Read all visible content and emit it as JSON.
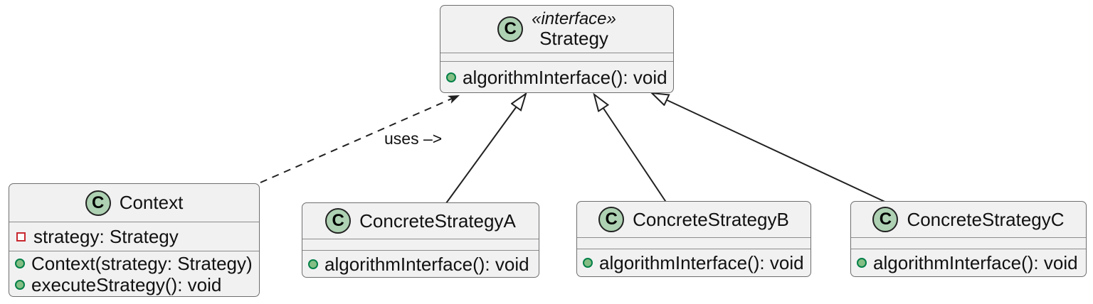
{
  "diagram": {
    "type": "uml-class-diagram",
    "pattern": "Strategy",
    "colors": {
      "background": "#ffffff",
      "box_fill": "#f1f1f2",
      "box_border": "#6e6e6e",
      "separator": "#8c8c8c",
      "line": "#212121",
      "class_icon_fill": "#ADD1B2",
      "class_icon_border": "#222222",
      "method_bullet_fill": "#84BE84",
      "method_bullet_border": "#038048",
      "field_bullet_border": "#C82930"
    },
    "classes": [
      {
        "id": "Strategy",
        "icon_letter": "C",
        "stereotype": "«interface»",
        "name": "Strategy",
        "fields": [],
        "methods": [
          {
            "visibility": "public",
            "text": "algorithmInterface(): void"
          }
        ]
      },
      {
        "id": "Context",
        "icon_letter": "C",
        "name": "Context",
        "fields": [
          {
            "visibility": "private",
            "text": "strategy: Strategy"
          }
        ],
        "methods": [
          {
            "visibility": "public",
            "text": "Context(strategy: Strategy)"
          },
          {
            "visibility": "public",
            "text": "executeStrategy(): void"
          }
        ]
      },
      {
        "id": "ConcreteStrategyA",
        "icon_letter": "C",
        "name": "ConcreteStrategyA",
        "fields": [],
        "methods": [
          {
            "visibility": "public",
            "text": "algorithmInterface(): void"
          }
        ]
      },
      {
        "id": "ConcreteStrategyB",
        "icon_letter": "C",
        "name": "ConcreteStrategyB",
        "fields": [],
        "methods": [
          {
            "visibility": "public",
            "text": "algorithmInterface(): void"
          }
        ]
      },
      {
        "id": "ConcreteStrategyC",
        "icon_letter": "C",
        "name": "ConcreteStrategyC",
        "fields": [],
        "methods": [
          {
            "visibility": "public",
            "text": "algorithmInterface(): void"
          }
        ]
      }
    ],
    "relations": [
      {
        "from": "Context",
        "to": "Strategy",
        "type": "dependency",
        "style": "dashed",
        "label": "uses –>"
      },
      {
        "from": "ConcreteStrategyA",
        "to": "Strategy",
        "type": "realization",
        "style": "solid",
        "label": ""
      },
      {
        "from": "ConcreteStrategyB",
        "to": "Strategy",
        "type": "realization",
        "style": "solid",
        "label": ""
      },
      {
        "from": "ConcreteStrategyC",
        "to": "Strategy",
        "type": "realization",
        "style": "solid",
        "label": ""
      }
    ]
  }
}
